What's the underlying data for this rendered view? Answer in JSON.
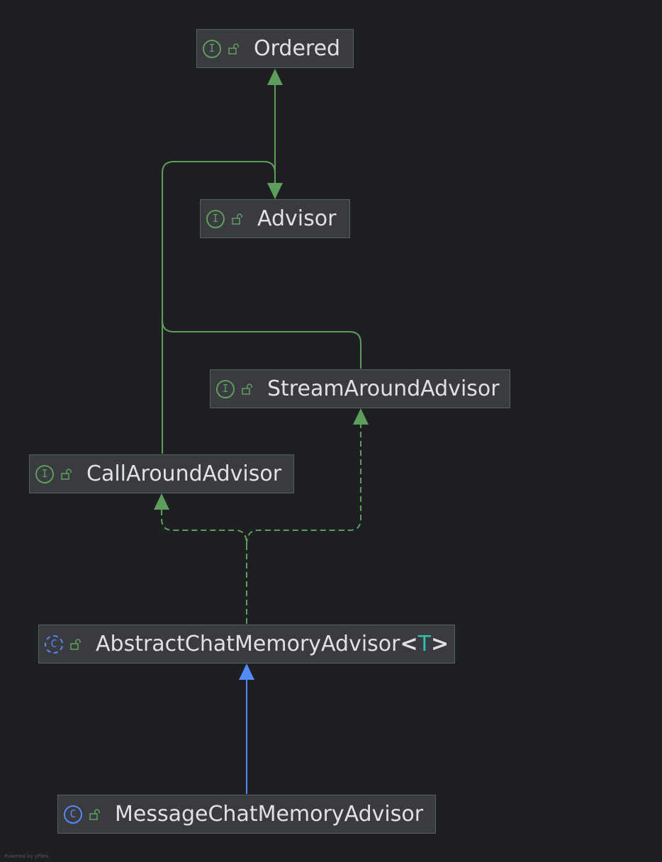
{
  "nodes": [
    {
      "id": "ordered",
      "label": "Ordered",
      "kind": "interface",
      "icon": "interface-icon",
      "icon_glyph": "I"
    },
    {
      "id": "advisor",
      "label": "Advisor",
      "kind": "interface",
      "icon": "interface-icon",
      "icon_glyph": "I"
    },
    {
      "id": "stream",
      "label": "StreamAroundAdvisor",
      "kind": "interface",
      "icon": "interface-icon",
      "icon_glyph": "I"
    },
    {
      "id": "call",
      "label": "CallAroundAdvisor",
      "kind": "interface",
      "icon": "interface-icon",
      "icon_glyph": "I"
    },
    {
      "id": "abstract",
      "label": "AbstractChatMemoryAdvisor",
      "generic_open": "<",
      "generic_param": "T",
      "generic_close": ">",
      "kind": "abstract-class",
      "icon": "abstract-class-icon",
      "icon_glyph": "C"
    },
    {
      "id": "message",
      "label": "MessageChatMemoryAdvisor",
      "kind": "class",
      "icon": "class-icon",
      "icon_glyph": "C"
    }
  ],
  "edges": [
    {
      "from": "advisor",
      "to": "ordered",
      "relation": "extends"
    },
    {
      "from": "stream",
      "to": "advisor",
      "relation": "extends"
    },
    {
      "from": "call",
      "to": "advisor",
      "relation": "extends"
    },
    {
      "from": "abstract",
      "to": "call",
      "relation": "implements"
    },
    {
      "from": "abstract",
      "to": "stream",
      "relation": "implements"
    },
    {
      "from": "message",
      "to": "abstract",
      "relation": "extends"
    }
  ],
  "colors": {
    "background": "#1e1f22",
    "node_fill": "#393b40",
    "node_border": "#5a5d63",
    "text": "#dfe1e5",
    "interface_green": "#5e9e5a",
    "class_blue": "#548af7",
    "generic_teal": "#2fbfad",
    "visibility_green": "#5e9e5a"
  },
  "footer": {
    "credit": "Powered by yFiles"
  }
}
